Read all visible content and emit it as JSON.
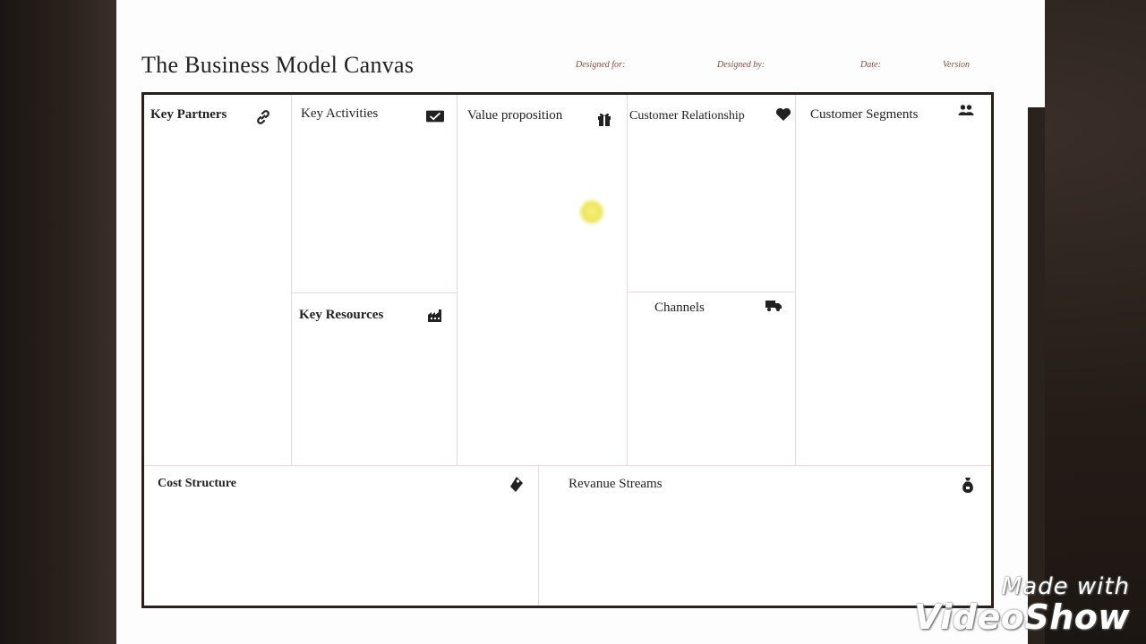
{
  "header": {
    "title": "The Business Model Canvas",
    "designed_for": "Designed for:",
    "designed_by": "Designed by:",
    "date": "Date:",
    "version": "Version"
  },
  "blocks": {
    "key_partners": {
      "label": "Key Partners",
      "icon": "link-icon"
    },
    "key_activities": {
      "label": "Key Activities",
      "icon": "envelope-check-icon"
    },
    "key_resources": {
      "label": "Key Resources",
      "icon": "factory-icon"
    },
    "value_proposition": {
      "label": "Value proposition",
      "icon": "gift-icon"
    },
    "customer_relationship": {
      "label": "Customer Relationship",
      "icon": "heart-icon"
    },
    "channels": {
      "label": "Channels",
      "icon": "truck-icon"
    },
    "customer_segments": {
      "label": "Customer Segments",
      "icon": "people-icon"
    },
    "cost_structure": {
      "label": "Cost Structure",
      "icon": "price-tag-icon"
    },
    "revenue_streams": {
      "label": "Revanue Streams",
      "icon": "money-bag-icon"
    }
  },
  "watermark": {
    "line1": "Made with",
    "line2": "VideoShow"
  },
  "colors": {
    "frame": "#2a1f1c",
    "divider": "#e7d9db",
    "meta_text": "#8a4b3a",
    "highlight": "#efe663"
  }
}
